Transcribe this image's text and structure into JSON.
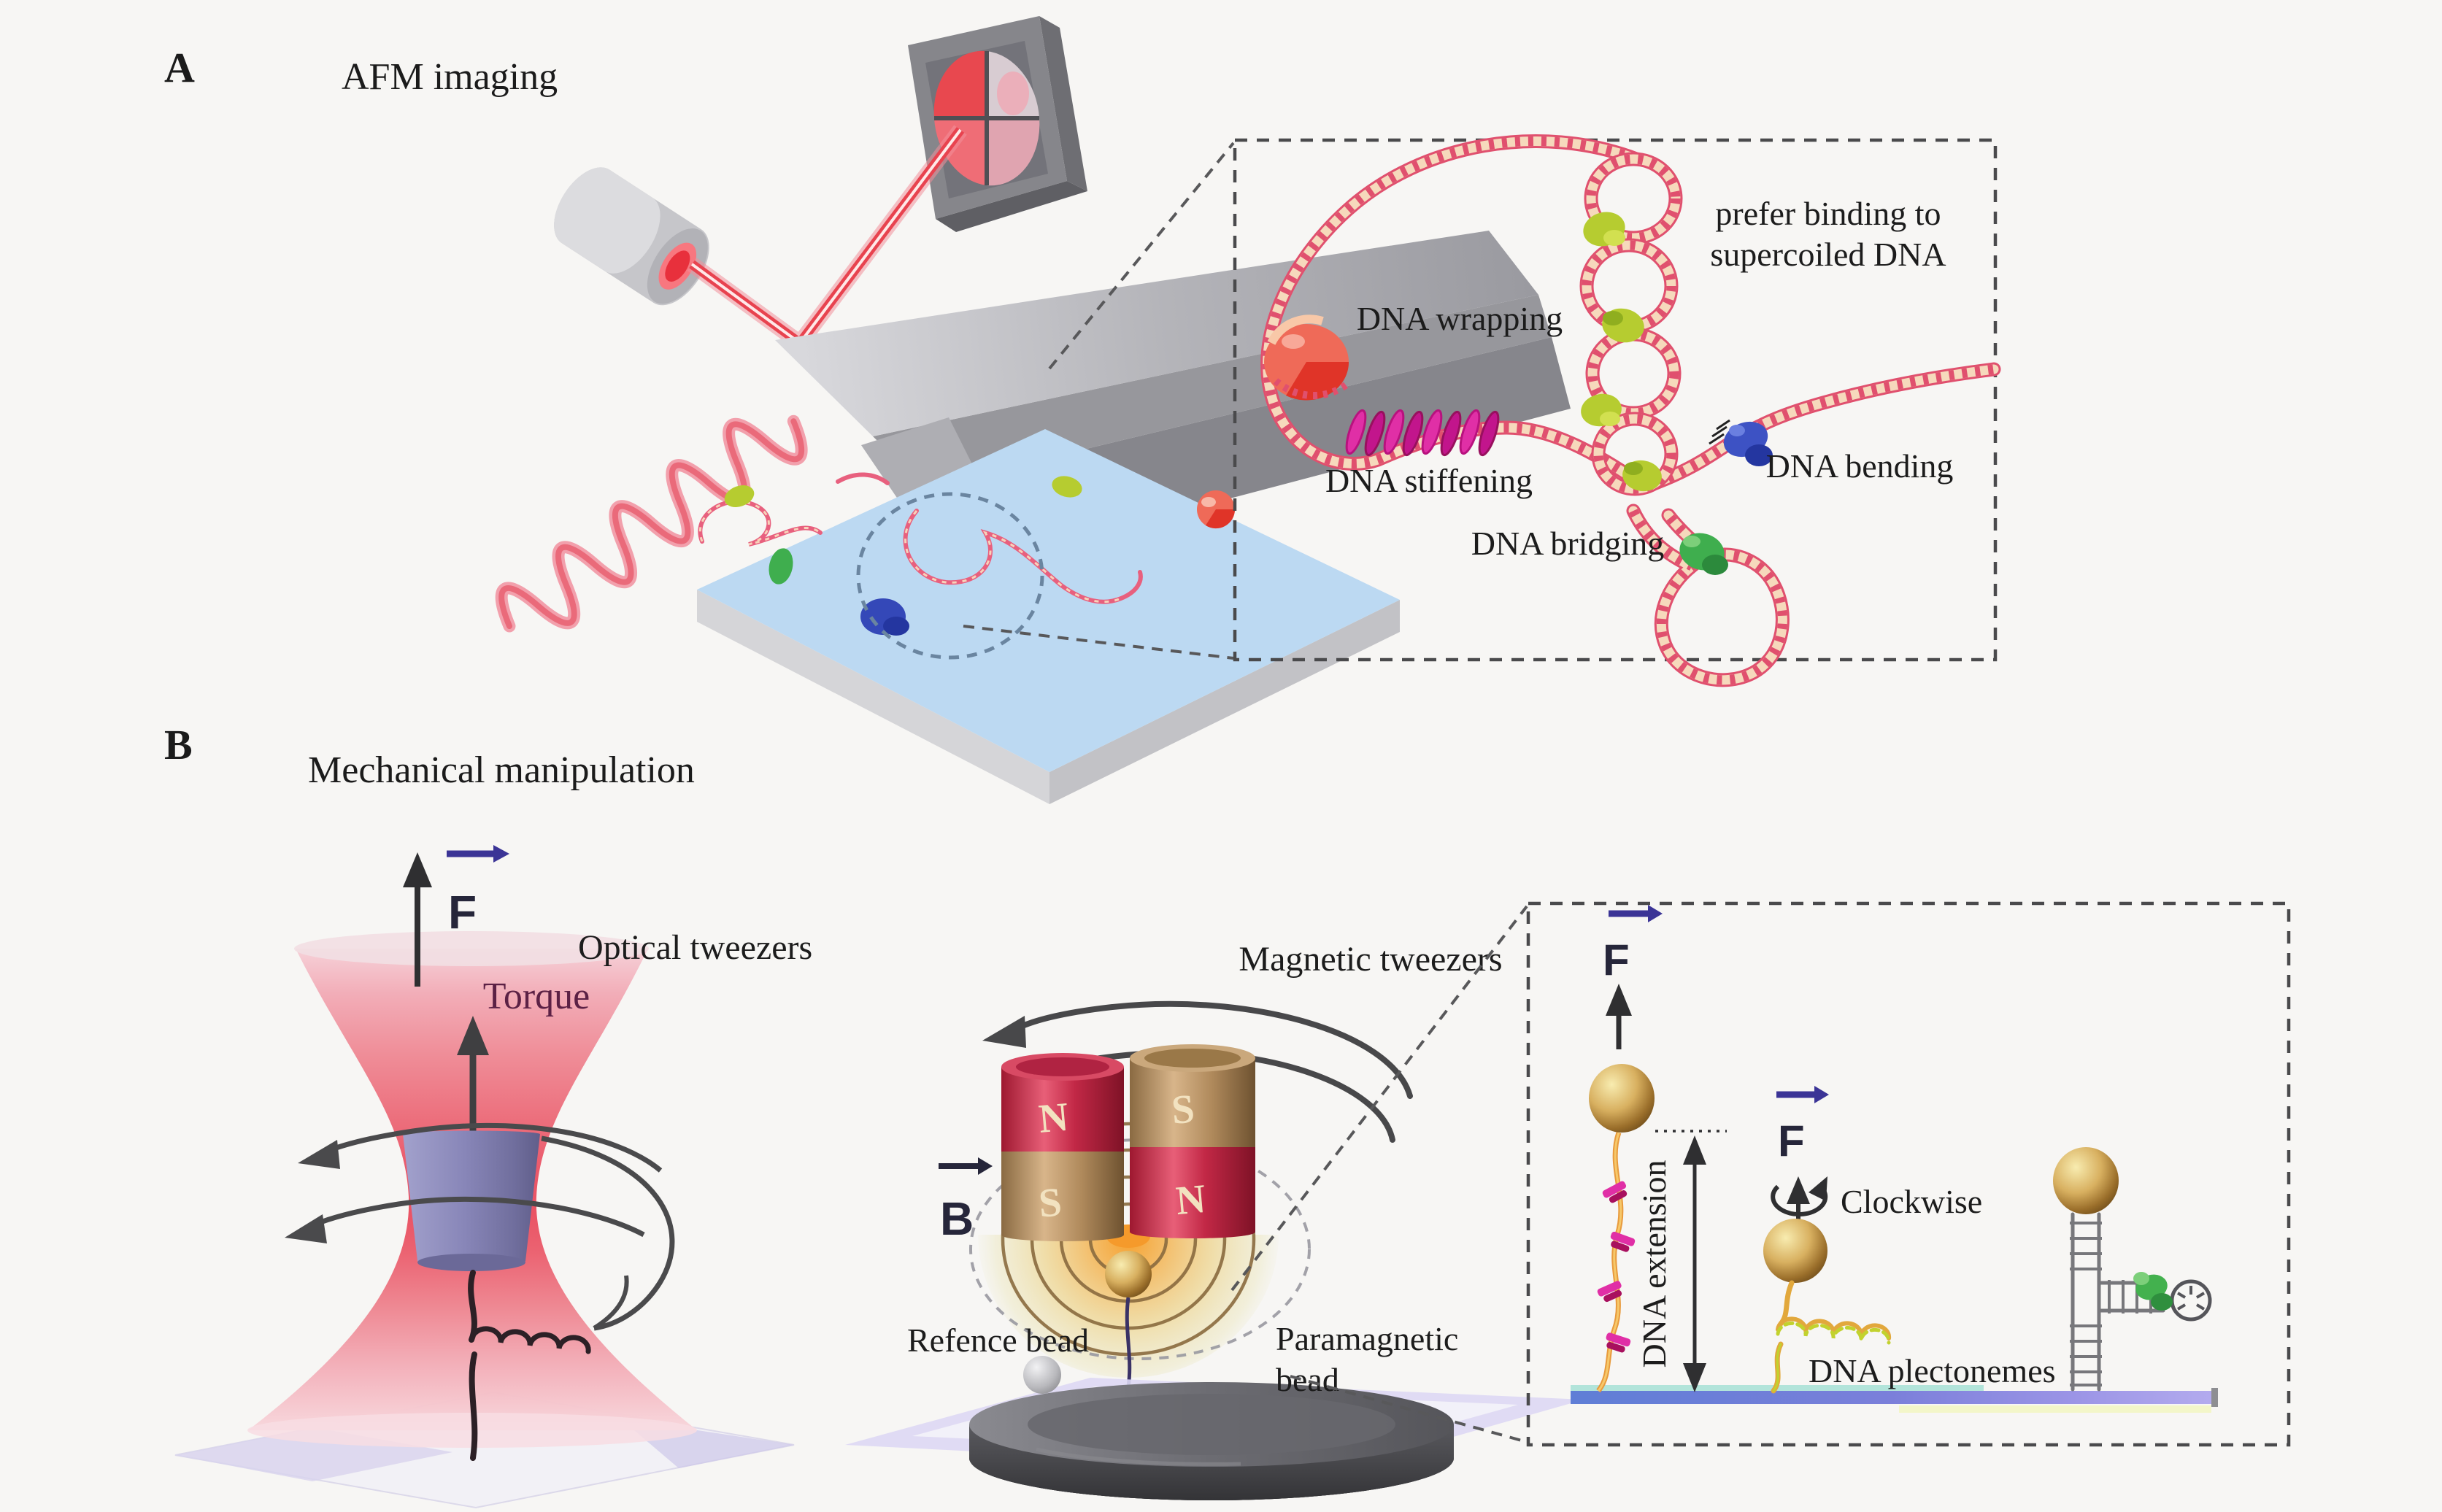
{
  "panel_a": {
    "label": "A",
    "title": "AFM imaging",
    "inset": {
      "supercoiled_line1": "prefer binding to",
      "supercoiled_line2": "supercoiled DNA",
      "wrapping": "DNA wrapping",
      "stiffening": "DNA stiffening",
      "bridging": "DNA bridging",
      "bending": "DNA bending"
    }
  },
  "panel_b": {
    "label": "B",
    "title": "Mechanical manipulation",
    "optical": {
      "title": "Optical tweezers",
      "force": "F",
      "torque": "Torque"
    },
    "magnetic": {
      "title": "Magnetic tweezers",
      "field": "B",
      "poles": {
        "left_top": "N",
        "left_bottom": "S",
        "right_top": "S",
        "right_bottom": "N"
      },
      "reference_bead": "Refence bead",
      "paramagnetic_line1": "Paramagnetic",
      "paramagnetic_line2": "bead"
    },
    "inset": {
      "force": "F",
      "extension": "DNA extension",
      "clockwise": "Clockwise",
      "plectonemes": "DNA plectonemes"
    }
  },
  "colors": {
    "background": "#f7f6f4",
    "text": "#1b1b1b",
    "laser_red": "#e8434f",
    "beam_pink": "#ea5262",
    "dna_pink": "#e0506e",
    "dna_fill": "#f6d9bc",
    "protein_green": "#3fae4e",
    "protein_yellowgreen": "#b6cc30",
    "protein_blue": "#3d52c4",
    "protein_red": "#ef6a58",
    "protein_magenta": "#e02fa6",
    "magnet_red": "#c22846",
    "magnet_tan": "#b08a5c",
    "bead_gold": "#c99a4e",
    "stage_blue": "#bcd9f2",
    "surface_purple": "#7b7fda",
    "vector_navy": "#3b3496",
    "torque_maroon": "#5c2145"
  }
}
